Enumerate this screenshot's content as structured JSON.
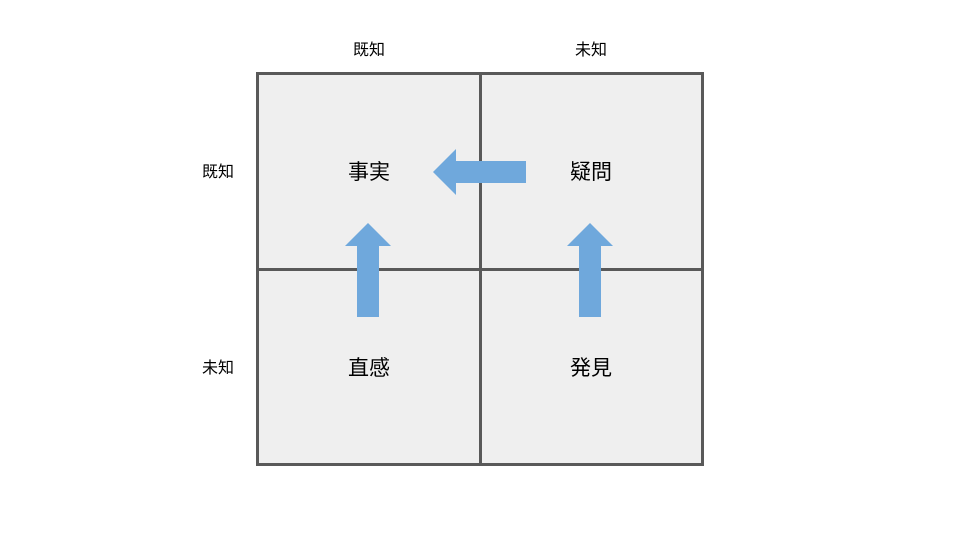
{
  "columns": {
    "known": "既知",
    "unknown": "未知"
  },
  "rows": {
    "known": "既知",
    "unknown": "未知"
  },
  "cells": {
    "fact": "事実",
    "question": "疑問",
    "intuition": "直感",
    "discovery": "発見"
  },
  "colors": {
    "grid_fill": "#efefef",
    "grid_line": "#595959",
    "arrow": "#6fa8dc"
  }
}
